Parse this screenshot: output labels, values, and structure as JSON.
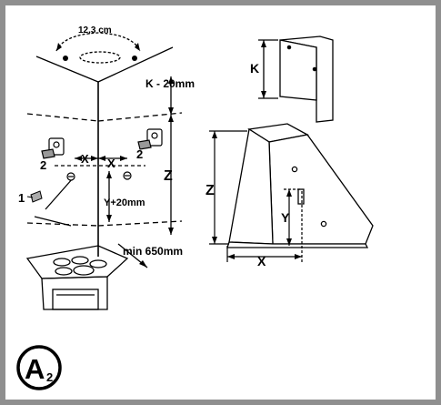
{
  "figure": {
    "id_letter": "A",
    "id_subscript": "2"
  },
  "labels": {
    "top_width": "12,3 cm",
    "offset_k": "K - 20mm",
    "dim_z_left": "Z",
    "dim_x_left": "X",
    "dim_x_right": "X",
    "bracket_num_left": "2",
    "bracket_num_right": "2",
    "screw_num": "1",
    "dim_y_offset": "Y+20mm",
    "min_height": "min 650mm",
    "dim_k": "K",
    "dim_z_right": "Z",
    "dim_y_right": "Y",
    "dim_x_bottom": "X"
  },
  "colors": {
    "frame": "#8f8f8f",
    "ink": "#000000"
  }
}
